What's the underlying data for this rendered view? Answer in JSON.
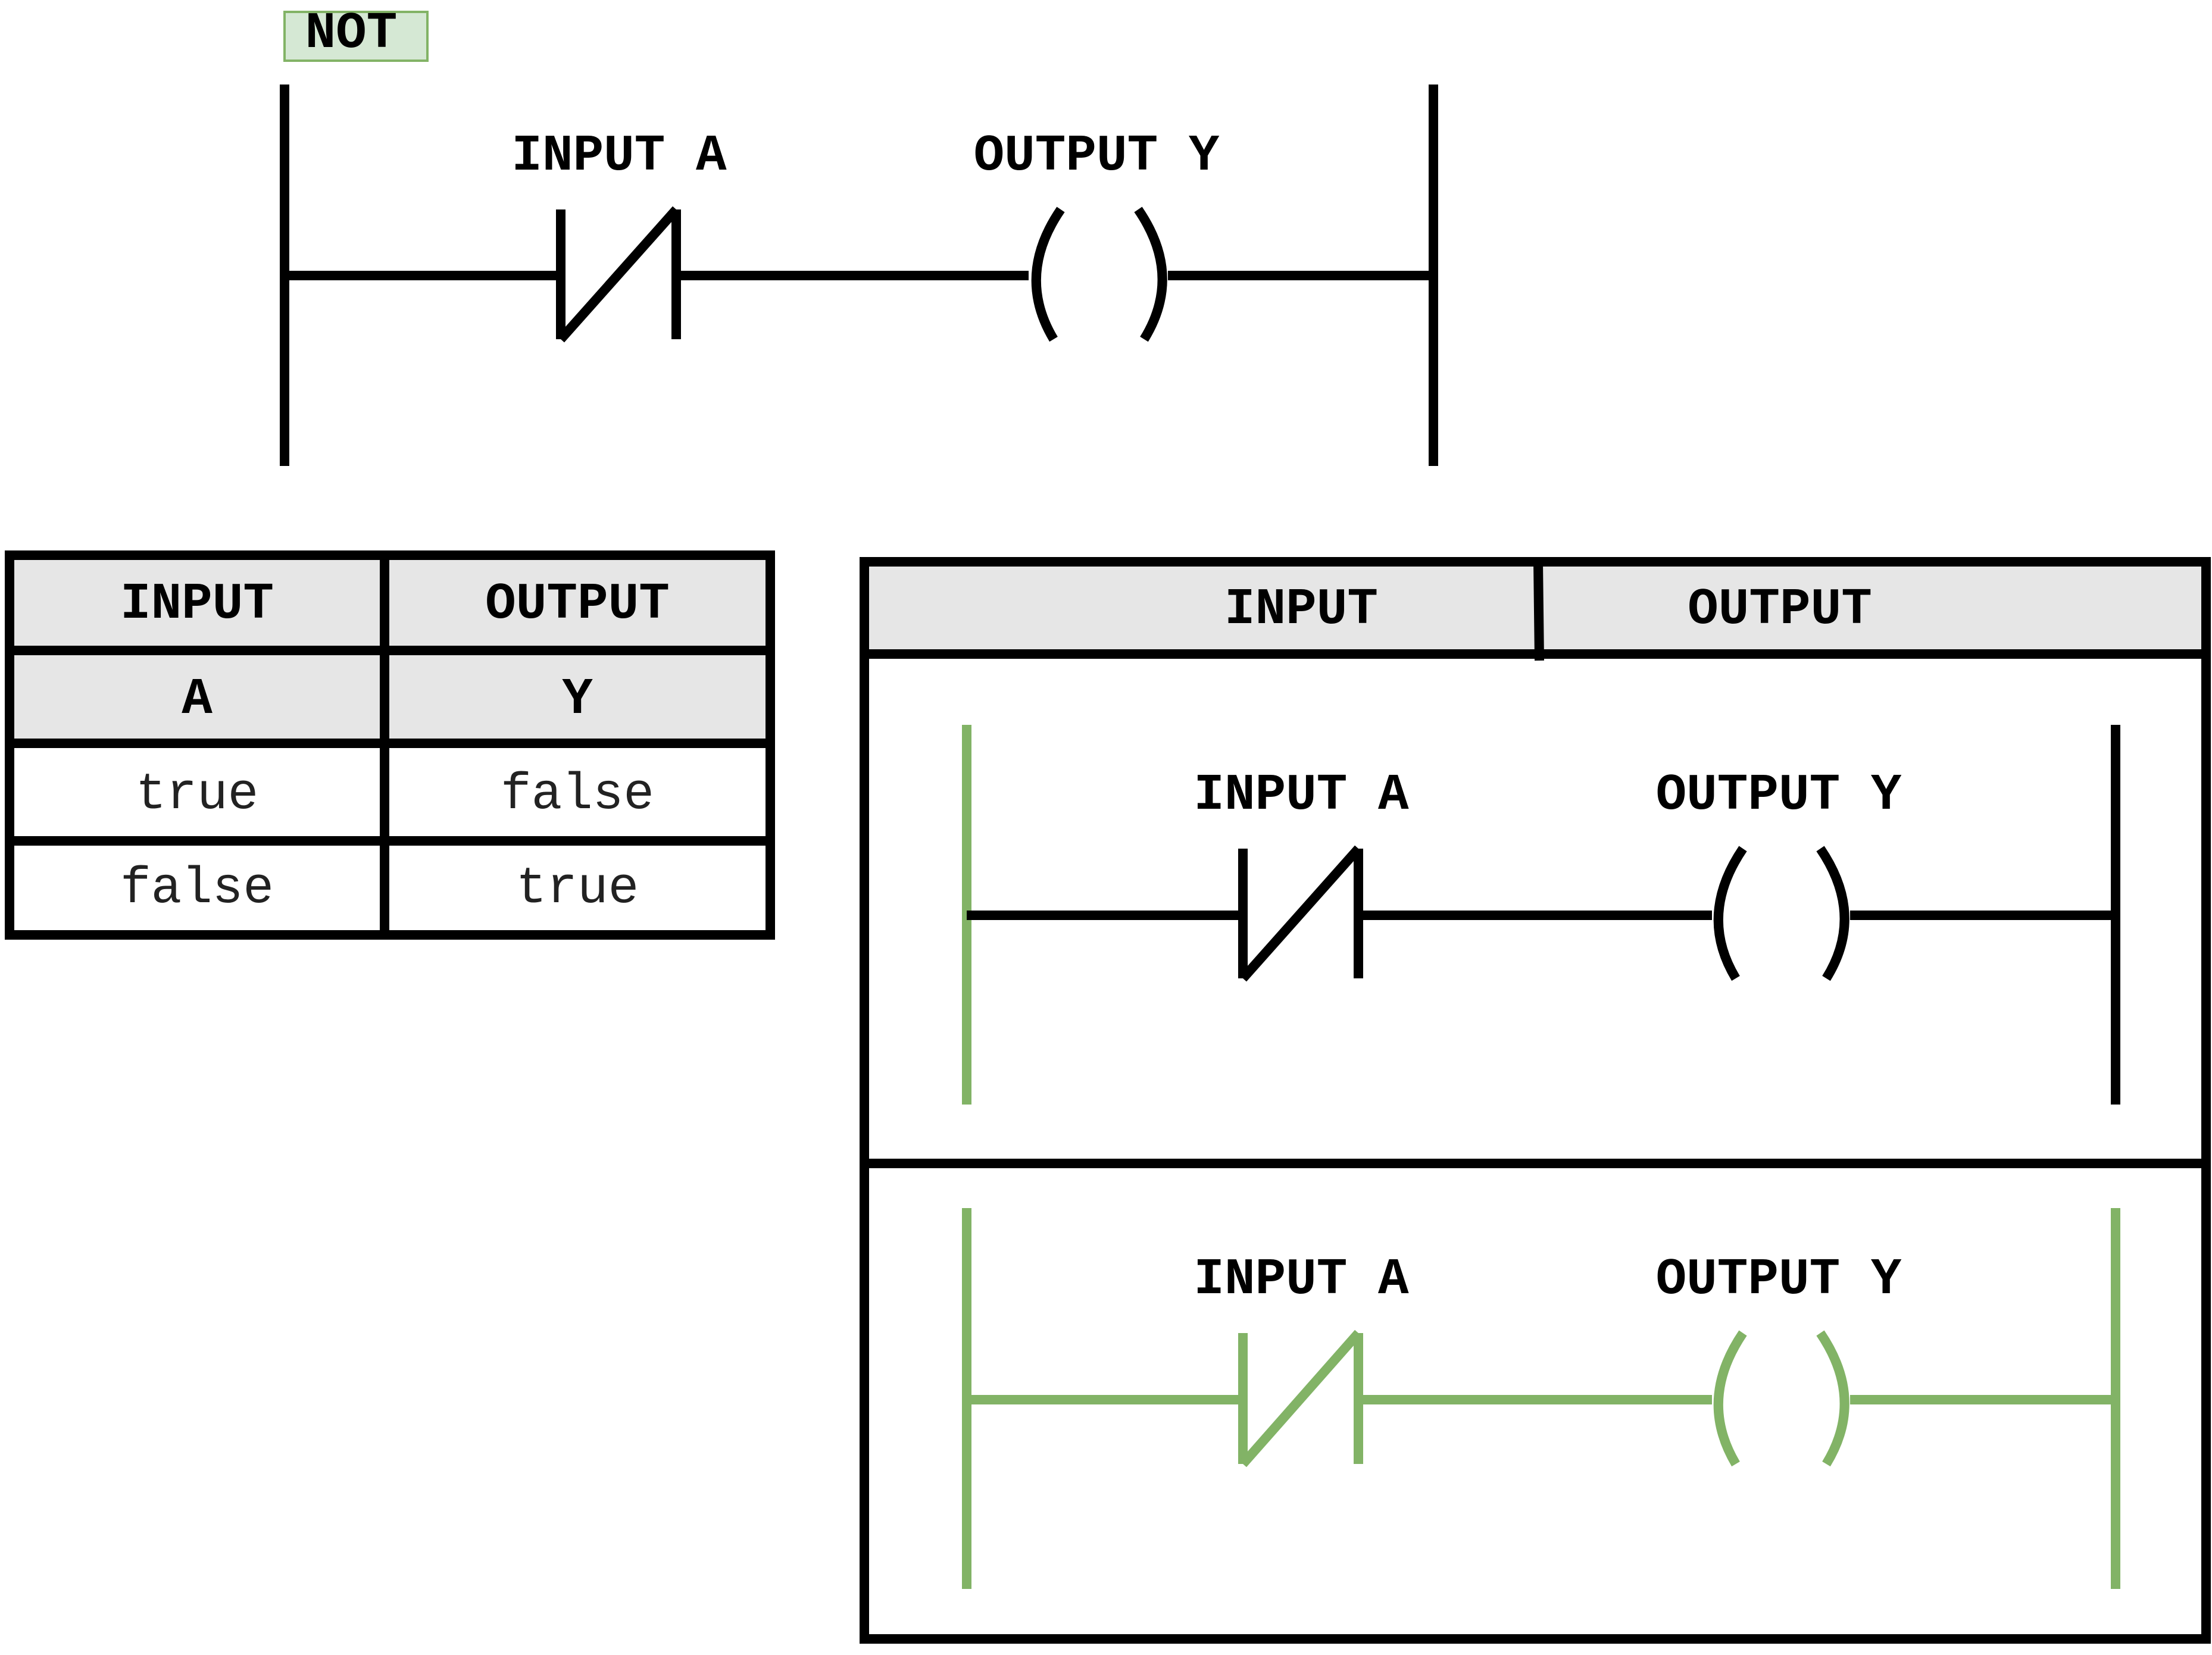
{
  "title_badge": {
    "text": "NOT",
    "fill": "#d5e8d4",
    "border": "#82b366"
  },
  "colors": {
    "ink": "#000000",
    "energized": "#82b366",
    "header_fill": "#e6e6e6"
  },
  "top_rung": {
    "contact_label": "INPUT A",
    "coil_label": "OUTPUT Y"
  },
  "truth_table": {
    "headers": [
      "INPUT",
      "OUTPUT"
    ],
    "subheaders": [
      "A",
      "Y"
    ],
    "rows": [
      [
        "true",
        "false"
      ],
      [
        "false",
        "true"
      ]
    ]
  },
  "sim_panel": {
    "headers": [
      "INPUT",
      "OUTPUT"
    ],
    "rung_1": {
      "contact_label": "INPUT A",
      "coil_label": "OUTPUT Y",
      "left_rail_energized": true,
      "circuit_energized": false
    },
    "rung_2": {
      "contact_label": "INPUT A",
      "coil_label": "OUTPUT Y",
      "left_rail_energized": true,
      "circuit_energized": true
    }
  }
}
